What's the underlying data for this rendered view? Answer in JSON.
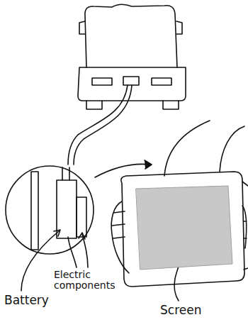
{
  "diagram": {
    "labels": [
      "Electric components",
      "Battery",
      "Screen"
    ]
  }
}
